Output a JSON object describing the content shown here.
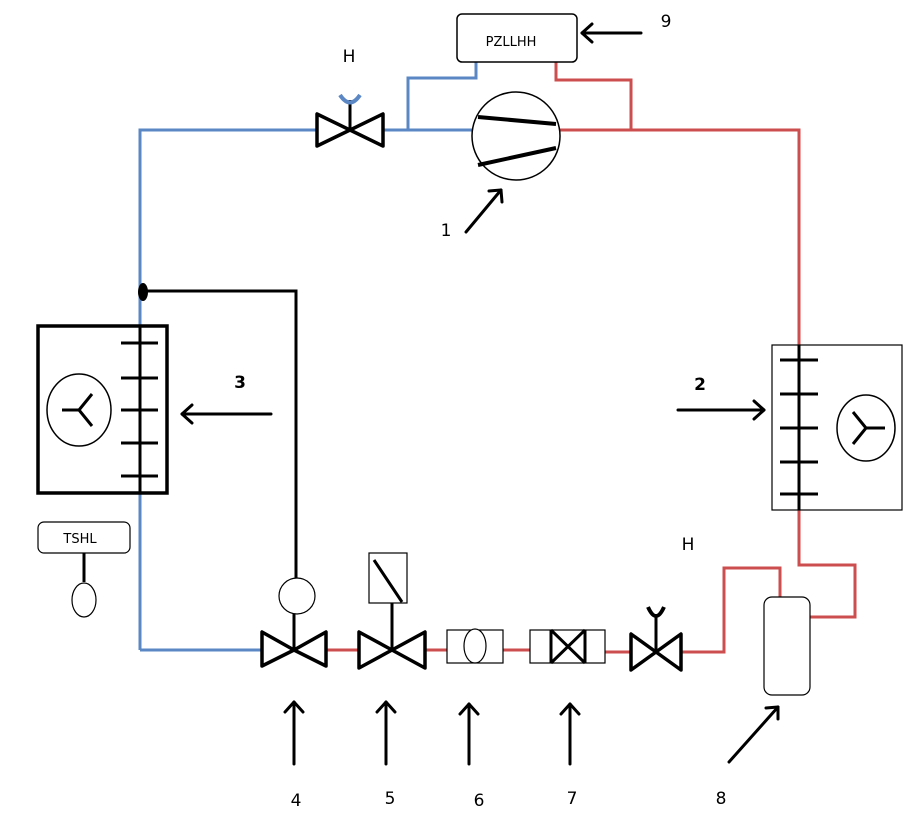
{
  "colors": {
    "low_side": "#5b87c5",
    "high_side": "#cc4e4e",
    "line": "#000000"
  },
  "labels": {
    "pressure_switch": "PZLLHH",
    "temp_switch": "TSHL",
    "valve_top": "H",
    "valve_bottom": "H"
  },
  "callouts": {
    "c1": "1",
    "c2": "2",
    "c3": "3",
    "c4": "4",
    "c5": "5",
    "c6": "6",
    "c7": "7",
    "c8": "8",
    "c9": "9"
  },
  "icons": {
    "compressor": "compressor-icon",
    "condenser_fan": "fan-icon",
    "evaporator_fan": "fan-icon",
    "expansion_valve": "expansion-valve-icon",
    "solenoid_valve": "solenoid-valve-icon",
    "sight_glass": "sight-glass-icon",
    "filter_drier": "filter-drier-icon",
    "hand_valve": "hand-valve-icon",
    "receiver": "receiver-icon",
    "temp_bulb": "temperature-bulb-icon"
  }
}
